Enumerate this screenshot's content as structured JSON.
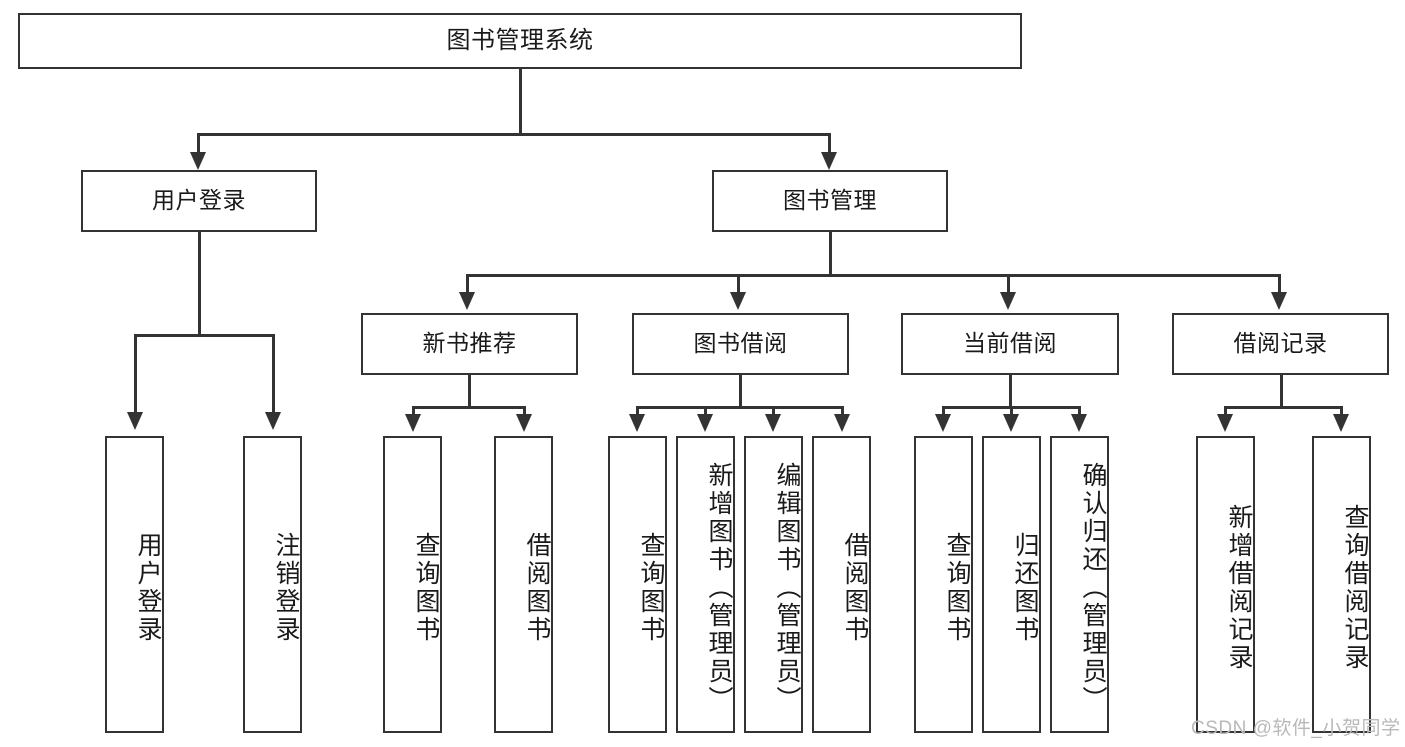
{
  "diagram": {
    "title": "图书管理系统",
    "watermark": "CSDN @软件_小贺同学",
    "stroke_color": "#333333",
    "background_color": "#ffffff",
    "text_color": "#1a1a1a",
    "watermark_color": "#b9b9b9",
    "root": {
      "label": "图书管理系统"
    },
    "level2": [
      {
        "label": "用户登录"
      },
      {
        "label": "图书管理"
      }
    ],
    "level3": [
      {
        "label": "新书推荐"
      },
      {
        "label": "图书借阅"
      },
      {
        "label": "当前借阅"
      },
      {
        "label": "借阅记录"
      }
    ],
    "leaves": {
      "user_login": [
        {
          "label": "用户登录"
        },
        {
          "label": "注销登录"
        }
      ],
      "new_book_recommend": [
        {
          "label": "查询图书"
        },
        {
          "label": "借阅图书"
        }
      ],
      "book_borrow": [
        {
          "label": "查询图书"
        },
        {
          "label": "新增图书（管理员）"
        },
        {
          "label": "编辑图书（管理员）"
        },
        {
          "label": "借阅图书"
        }
      ],
      "current_borrow": [
        {
          "label": "查询图书"
        },
        {
          "label": "归还图书"
        },
        {
          "label": "确认归还（管理员）"
        }
      ],
      "borrow_records": [
        {
          "label": "新增借阅记录"
        },
        {
          "label": "查询借阅记录"
        }
      ]
    }
  }
}
